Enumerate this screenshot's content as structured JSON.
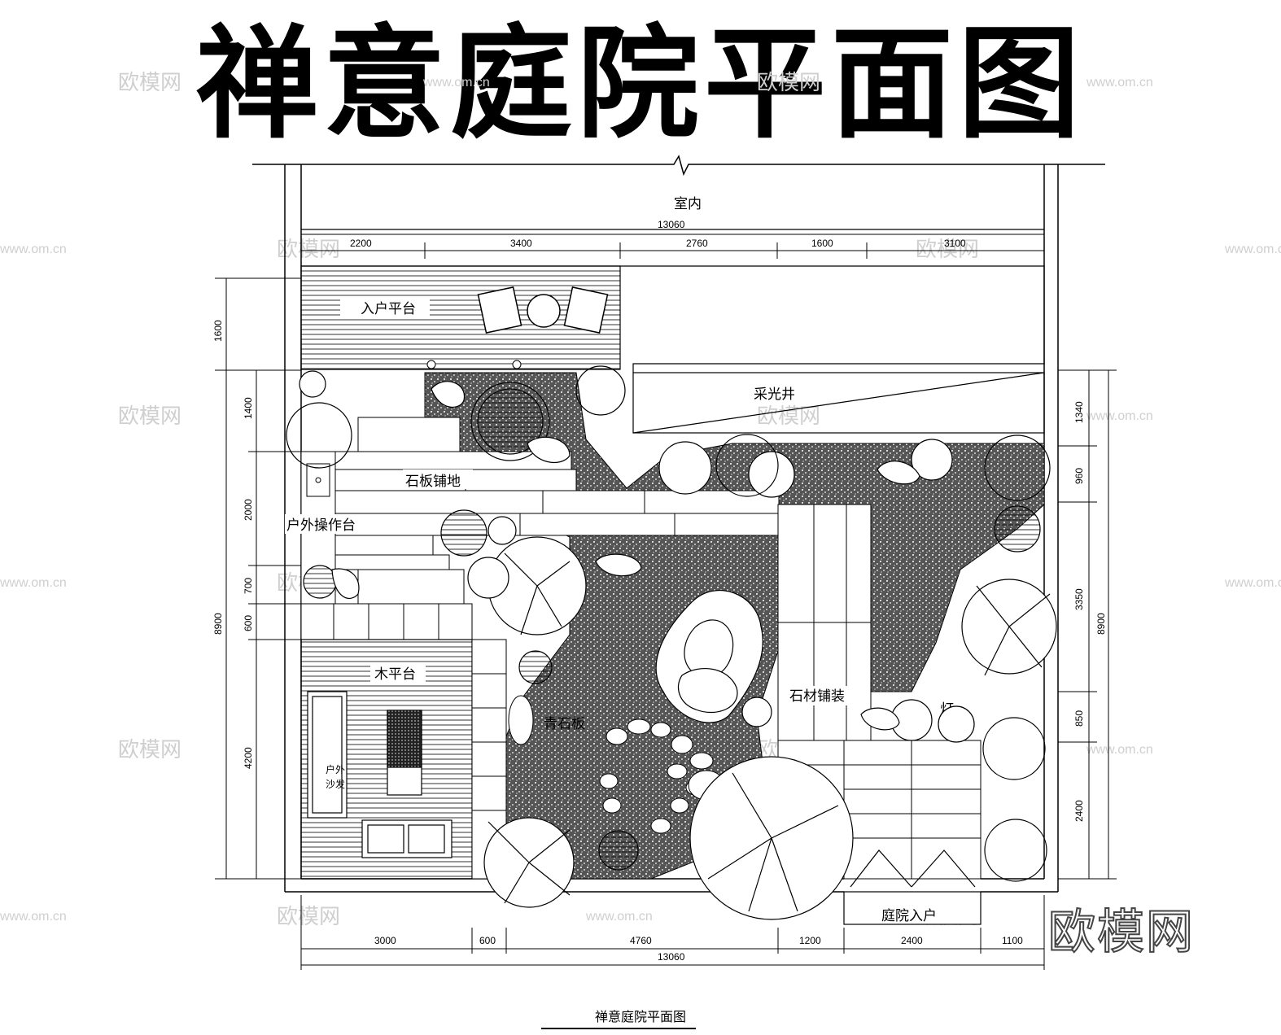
{
  "title": "禅意庭院平面图",
  "caption": "禅意庭院平面图",
  "logo": "欧模网",
  "watermark": {
    "text": "欧模网",
    "url": "www.om.cn"
  },
  "areas": {
    "indoor": "室内",
    "entry_platform": "入户平台",
    "skylight_well": "采光井",
    "stone_slab_paving": "石板铺地",
    "outdoor_counter": "户外操作台",
    "wood_deck": "木平台",
    "bluestone": "青石板",
    "stone_paving": "石材铺装",
    "courtyard_entry": "庭院入户",
    "lamp": "灯",
    "sofa": [
      "户外",
      "沙发"
    ]
  },
  "dimensions": {
    "top_total": "13060",
    "top_segments": [
      "2200",
      "3400",
      "2760",
      "1600",
      "3100"
    ],
    "bottom_total": "13060",
    "bottom_segments": [
      "3000",
      "600",
      "4760",
      "1200",
      "2400",
      "1100"
    ],
    "left_total": "8900",
    "left_top": "1600",
    "left_segments": [
      "1400",
      "2000",
      "700",
      "600",
      "4200"
    ],
    "right_total": "8900",
    "right_segments": [
      "1340",
      "960",
      "3350",
      "850",
      "2400"
    ]
  },
  "colors": {
    "line": "#000000",
    "gravel": "#3a3a3a",
    "watermark": "#cfcfcf"
  }
}
